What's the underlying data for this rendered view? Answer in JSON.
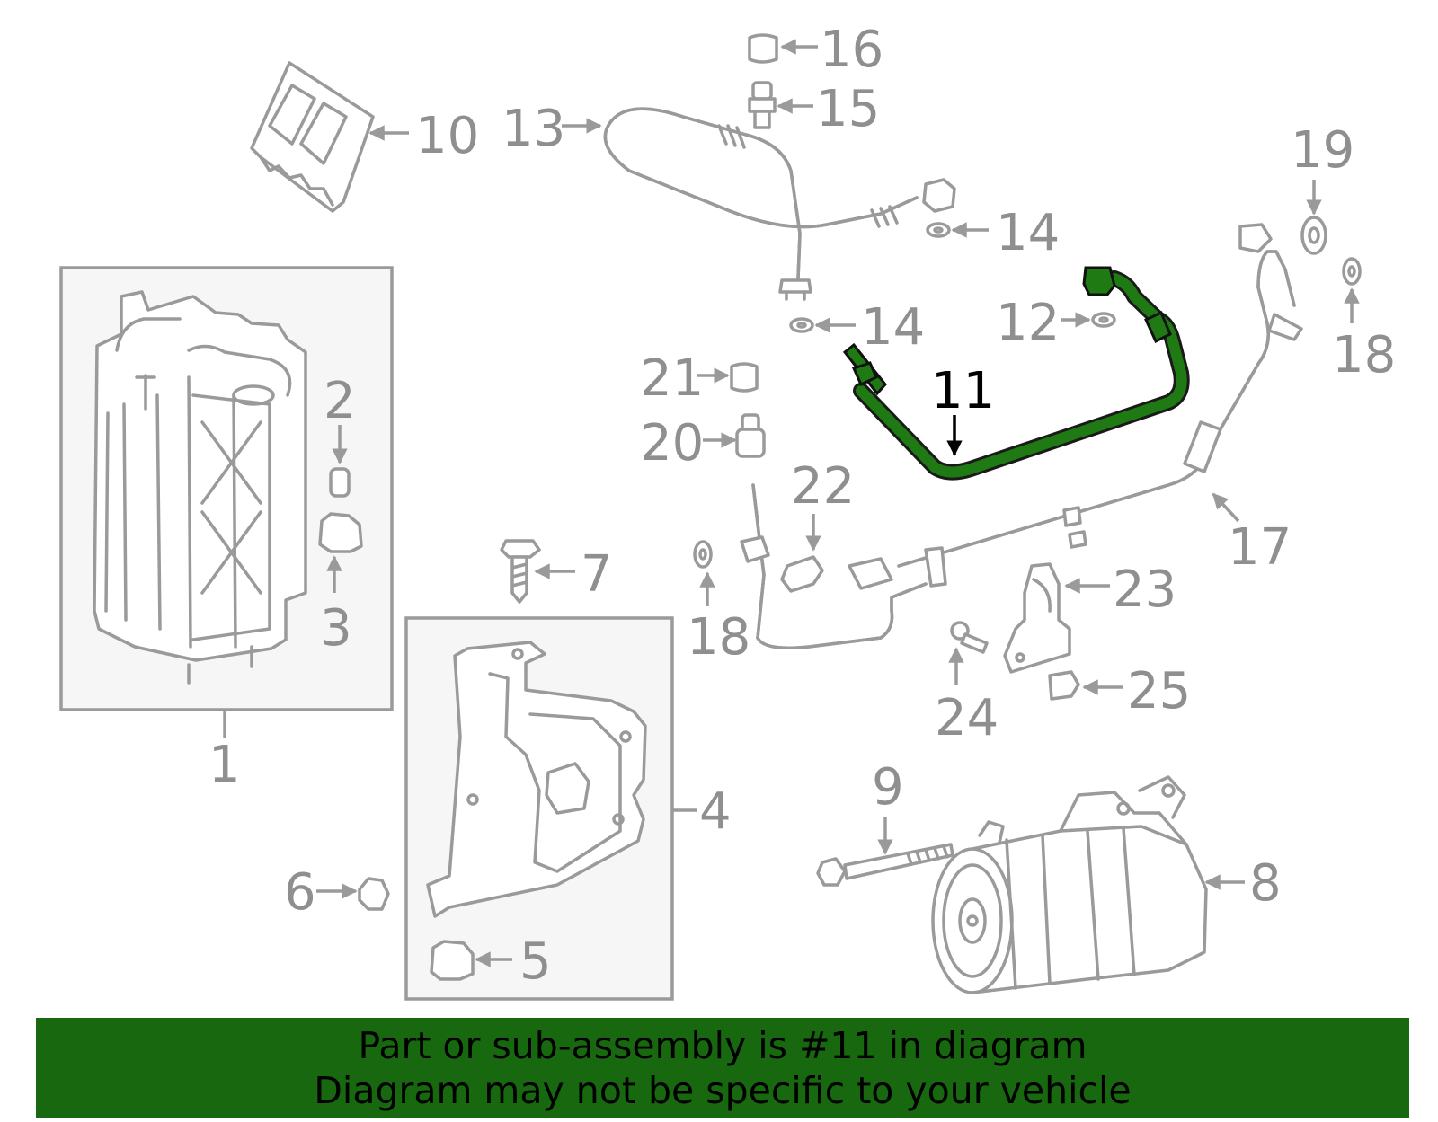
{
  "callouts": {
    "c1": "1",
    "c2": "2",
    "c3": "3",
    "c4": "4",
    "c5": "5",
    "c6": "6",
    "c7": "7",
    "c8": "8",
    "c9": "9",
    "c10": "10",
    "c11": "11",
    "c12": "12",
    "c13": "13",
    "c14a": "14",
    "c14b": "14",
    "c15": "15",
    "c16": "16",
    "c17": "17",
    "c18a": "18",
    "c18b": "18",
    "c19": "19",
    "c20": "20",
    "c21": "21",
    "c22": "22",
    "c23": "23",
    "c24": "24",
    "c25": "25"
  },
  "highlight": {
    "part": "11",
    "color": "#17680f"
  },
  "banner": {
    "line1": "Part or sub-assembly is #11 in diagram",
    "line2": "Diagram may not be specific to your vehicle",
    "background": "#17680f"
  }
}
